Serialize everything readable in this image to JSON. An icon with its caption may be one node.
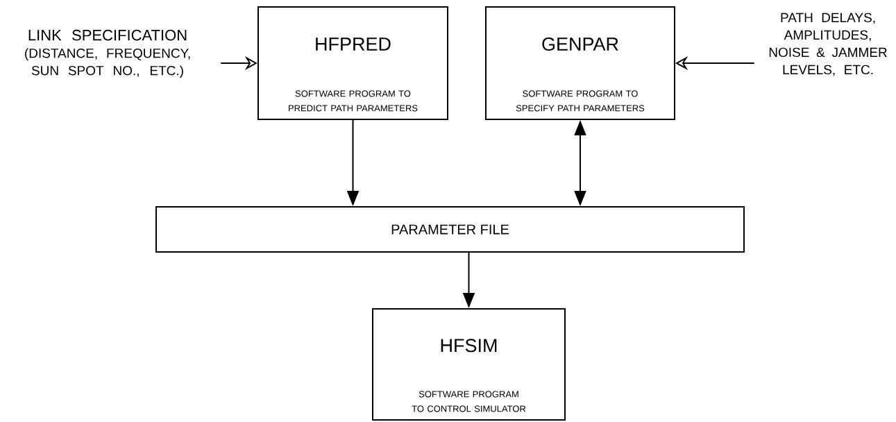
{
  "diagram": {
    "nodes": [
      {
        "text": [
          "LINK SPECIFICATION",
          "(DISTANCE, FREQUENCY, SUN SPOT NO., ETC.)"
        ]
      },
      {
        "text": [
          "HFPRED",
          "SOFTWARE PROGRAM TO PREDICT PATH PARAMETERS"
        ]
      },
      {
        "text": [
          "GENPAR",
          "SOFTWARE PROGRAM TO SPECIFY PATH PARAMETERS"
        ]
      },
      {
        "text": [
          "PATH DELAYS, AMPLITUDES, NOISE & JAMMER LEVELS, ETC."
        ]
      },
      {
        "text": [
          "PARAMETER FILE"
        ]
      },
      {
        "text": [
          "HFSIM",
          "SOFTWARE PROGRAM TO CONTROL SIMULATOR"
        ]
      }
    ],
    "edges": [
      {
        "from": 0,
        "to": 1,
        "arrow": "to"
      },
      {
        "from": 3,
        "to": 2,
        "arrow": "to"
      },
      {
        "from": 1,
        "to": 4,
        "arrow": "to"
      },
      {
        "from": 2,
        "to": 4,
        "arrow": "both"
      },
      {
        "from": 4,
        "to": 5,
        "arrow": "to"
      }
    ]
  }
}
